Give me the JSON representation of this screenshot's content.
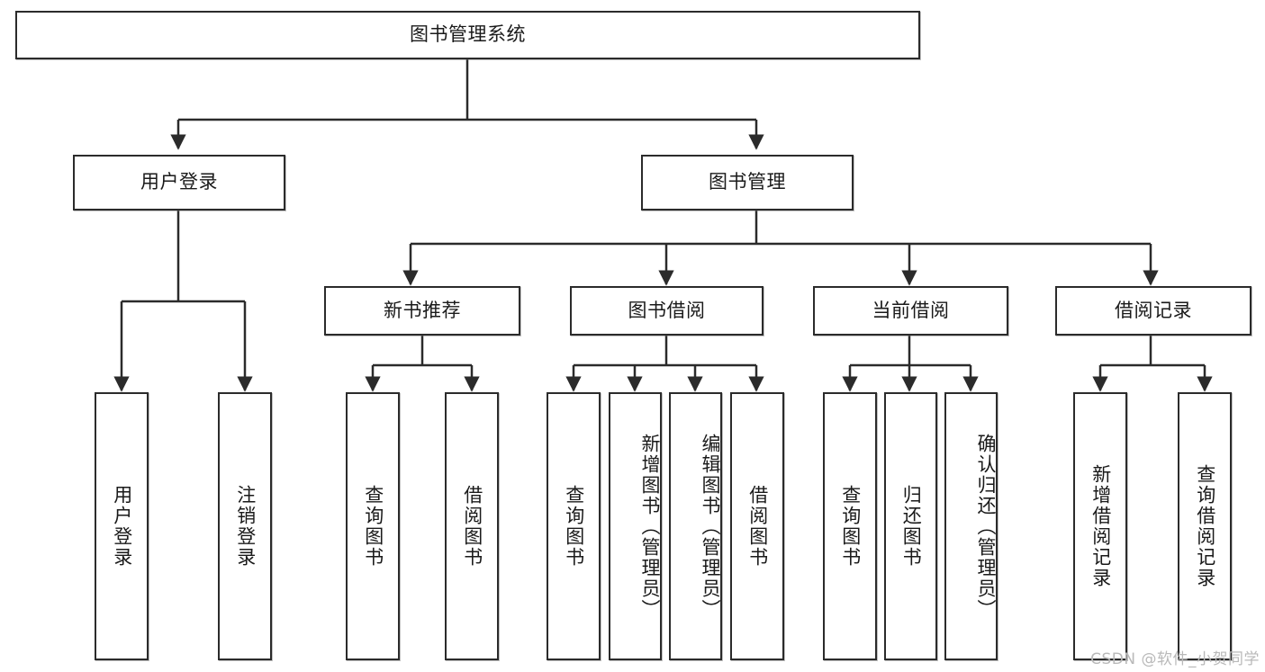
{
  "diagram": {
    "title": "图书管理系统",
    "type": "hierarchy-tree",
    "watermark": "CSDN @软件_小贺同学",
    "colors": {
      "stroke": "#2b2b2b",
      "fill": "#ffffff",
      "text": "#1a1a1a",
      "watermark": "#b9b9b9"
    },
    "levels": {
      "root": {
        "label": "图书管理系统"
      },
      "level2": [
        {
          "id": "user-login",
          "label": "用户登录"
        },
        {
          "id": "book-manage",
          "label": "图书管理"
        }
      ],
      "level3": [
        {
          "id": "new-book-recommend",
          "label": "新书推荐"
        },
        {
          "id": "book-borrow",
          "label": "图书借阅"
        },
        {
          "id": "current-borrow",
          "label": "当前借阅"
        },
        {
          "id": "borrow-record",
          "label": "借阅记录"
        }
      ],
      "leaves": {
        "user_login": [
          {
            "id": "leaf-user-login",
            "label": "用户登录"
          },
          {
            "id": "leaf-logout-login",
            "label": "注销登录"
          }
        ],
        "new_book_recommend": [
          {
            "id": "leaf-query-book-1",
            "label": "查询图书"
          },
          {
            "id": "leaf-borrow-book-1",
            "label": "借阅图书"
          }
        ],
        "book_borrow": [
          {
            "id": "leaf-query-book-2",
            "label": "查询图书"
          },
          {
            "id": "leaf-add-book",
            "label": "新增图书（管理员）"
          },
          {
            "id": "leaf-edit-book",
            "label": "编辑图书（管理员）"
          },
          {
            "id": "leaf-borrow-book-2",
            "label": "借阅图书"
          }
        ],
        "current_borrow": [
          {
            "id": "leaf-query-book-3",
            "label": "查询图书"
          },
          {
            "id": "leaf-return-book",
            "label": "归还图书"
          },
          {
            "id": "leaf-confirm-return",
            "label": "确认归还（管理员）"
          }
        ],
        "borrow_record": [
          {
            "id": "leaf-add-record",
            "label": "新增借阅记录"
          },
          {
            "id": "leaf-query-record",
            "label": "查询借阅记录"
          }
        ]
      }
    }
  }
}
